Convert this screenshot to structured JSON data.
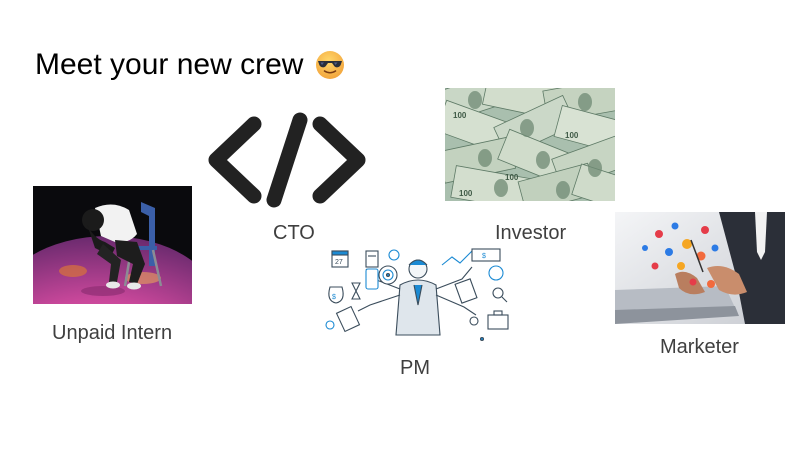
{
  "slide": {
    "title": "Meet your new crew",
    "title_emoji": "smiling-face-with-sunglasses-icon"
  },
  "crew": [
    {
      "role": "Unpaid Intern",
      "image": "intern-photo"
    },
    {
      "role": "CTO",
      "image": "code-brackets-icon"
    },
    {
      "role": "PM",
      "image": "project-manager-illustration"
    },
    {
      "role": "Investor",
      "image": "dollar-bills-photo"
    },
    {
      "role": "Marketer",
      "image": "marketer-social-media-photo"
    }
  ],
  "colors": {
    "title_text": "#000000",
    "caption_text": "#3f3f3f",
    "pm_illustration_blue": "#1b8ad3",
    "code_icon": "#222222"
  }
}
